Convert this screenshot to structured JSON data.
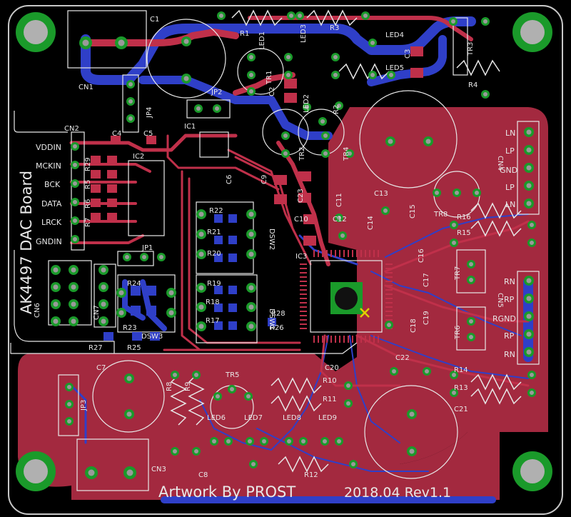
{
  "board": {
    "title": "AK4497 DAC Board",
    "credit": "Artwork By PROST",
    "revision": "2018.04 Rev1.1"
  },
  "colors": {
    "background": "#000000",
    "board_outline": "#c8c8c8",
    "top_copper": "#c0304a",
    "bottom_copper": "#2f3fc8",
    "pad_green": "#1a9a2a",
    "drill_gray": "#9a9a9a",
    "silkscreen": "#e8e8e8"
  },
  "labels": {
    "CN1": "CN1",
    "CN2": "CN2",
    "CN3": "CN3",
    "CN4": "CN4",
    "CN5": "CN5",
    "CN6": "CN6",
    "CN7": "CN7",
    "C1": "C1",
    "C2": "C2",
    "C3": "C3",
    "C4": "C4",
    "C5": "C5",
    "C6": "C6",
    "C7": "C7",
    "C8": "C8",
    "C9": "C9",
    "C10": "C10",
    "C11": "C11",
    "C12": "C12",
    "C13": "C13",
    "C14": "C14",
    "C15": "C15",
    "C16": "C16",
    "C17": "C17",
    "C18": "C18",
    "C19": "C19",
    "C20": "C20",
    "C21": "C21",
    "C22": "C22",
    "C23": "C23",
    "IC1": "IC1",
    "IC2": "IC2",
    "IC3": "IC3",
    "JP1": "JP1",
    "JP2": "JP2",
    "JP3": "JP3",
    "JP4": "JP4",
    "TR1": "TR1",
    "TR2": "TR2",
    "TR3": "TR3",
    "TR4": "TR4",
    "TR5": "TR5",
    "TR6": "TR6",
    "TR7": "TR7",
    "TR8": "TR8",
    "R1": "R1",
    "R2": "R2",
    "R3": "R3",
    "R4": "R4",
    "R5": "R5",
    "R6": "R6",
    "R7": "R7",
    "R8": "R8",
    "R9": "R9",
    "R10": "R10",
    "R11": "R11",
    "R12": "R12",
    "R13": "R13",
    "R14": "R14",
    "R15": "R15",
    "R16": "R16",
    "R17": "R17",
    "R18": "R18",
    "R19": "R19",
    "R20": "R20",
    "R21": "R21",
    "R22": "R22",
    "R23": "R23",
    "R24": "R24",
    "R25": "R25",
    "R26": "R26",
    "R27": "R27",
    "R28": "R28",
    "R29": "R29",
    "LED1": "LED1",
    "LED2": "LED2",
    "LED3": "LED3",
    "LED4": "LED4",
    "LED5": "LED5",
    "LED6": "LED6",
    "LED7": "LED7",
    "LED8": "LED8",
    "LED9": "LED9",
    "DSW1": "DSW1",
    "DSW2": "DSW2",
    "DSW3": "DSW3"
  },
  "cn2_pins": [
    "VDDIN",
    "MCKIN",
    "BCK",
    "DATA",
    "LRCK",
    "GNDIN"
  ],
  "cn4_pins": [
    "LN",
    "LP",
    "GND",
    "LP",
    "LN"
  ],
  "cn5_pins": [
    "RN",
    "RP",
    "RGND",
    "RP",
    "RN"
  ]
}
